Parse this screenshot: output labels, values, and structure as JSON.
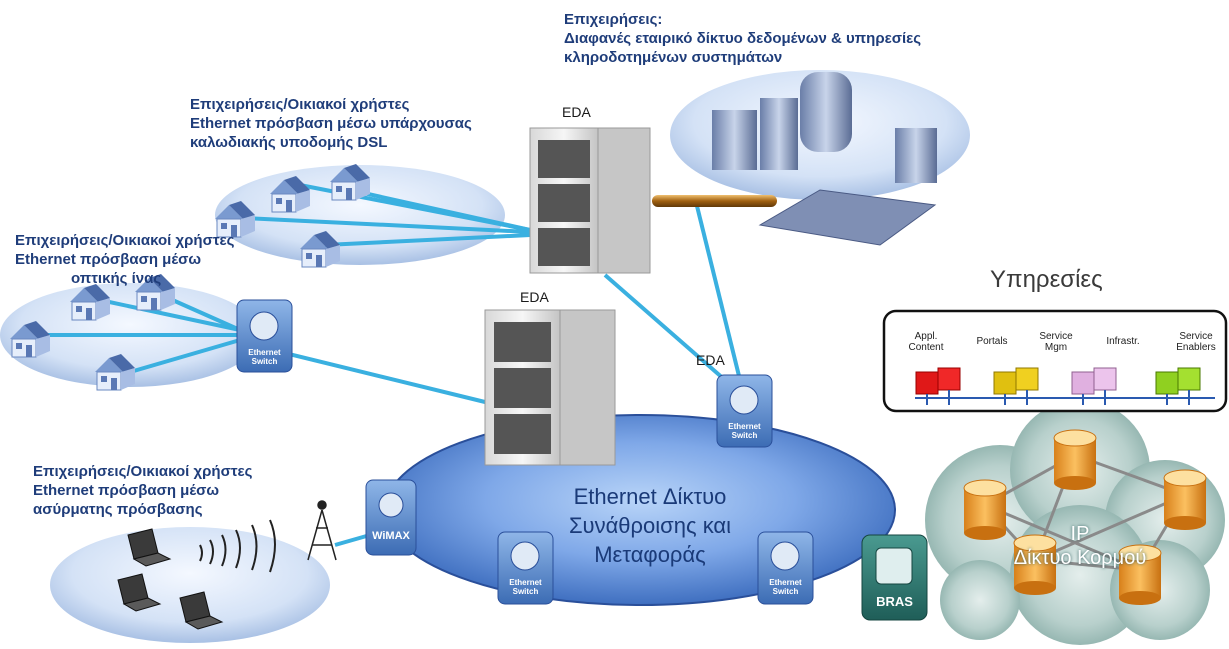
{
  "labels": {
    "enterprise": [
      "Επιχειρήσεις:",
      "Διαφανές εταιρικό δίκτυο δεδομένων & υπηρεσίες",
      "κληροδοτημένων συστημάτων"
    ],
    "dsl": [
      "Επιχειρήσεις/Οικιακοί χρήστες",
      "Ethernet πρόσβαση μέσω υπάρχουσας",
      "καλωδιακής υποδομής DSL"
    ],
    "fiber": [
      "Επιχειρήσεις/Οικιακοί χρήστες",
      "Ethernet πρόσβαση μέσω",
      "οπτικής ίνας"
    ],
    "wireless": [
      "Επιχειρήσεις/Οικιακοί χρήστες",
      "Ethernet πρόσβαση μέσω",
      "ασύρματης πρόσβασης"
    ]
  },
  "eda_label": "EDA",
  "ring_text": [
    "Ethernet Δίκτυο",
    "Συνάθροισης και",
    "Μεταφοράς"
  ],
  "core_text": [
    "IP",
    "Δίκτυο Κορμού"
  ],
  "devices": {
    "ethernet_switch": [
      "Ethernet",
      "Switch"
    ],
    "wimax": "WiMAX",
    "bras": "BRAS"
  },
  "services": {
    "title": "Υπηρεσίες",
    "items": [
      {
        "label": [
          "Appl.",
          "Content"
        ],
        "color": "#e01818"
      },
      {
        "label": [
          "Portals"
        ],
        "color": "#e0c010"
      },
      {
        "label": [
          "Service",
          "Mgm"
        ],
        "color": "#e0b0e0"
      },
      {
        "label": [
          "Infrastr."
        ],
        "color": null
      },
      {
        "label": [
          "Service",
          "Enablers"
        ],
        "color": "#90d020"
      }
    ]
  },
  "colors": {
    "link": "#3ab0e0",
    "label_text": "#1f3d7a",
    "ring_fill": "#6f9fe0",
    "core_cloud": "#c8dcd8",
    "router": "#f0a020",
    "device": "#5a8ac8",
    "bras": "#2a7a70"
  }
}
